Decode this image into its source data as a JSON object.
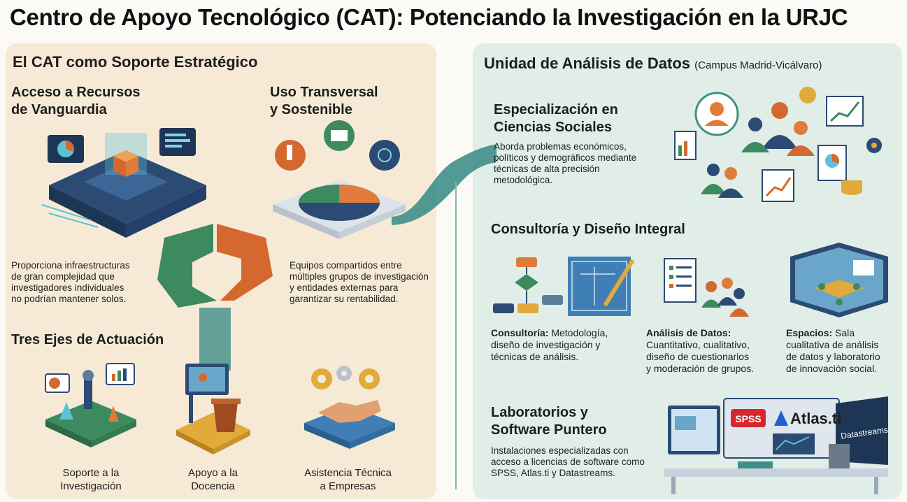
{
  "title": "Centro de Apoyo Tecnológico (CAT): Potenciando la Investigación en la URJC",
  "left": {
    "heading": "El CAT como Soporte Estratégico",
    "acceso": {
      "title_l1": "Acceso a Recursos",
      "title_l2": "de Vanguardia",
      "text_l1": "Proporciona infraestructuras",
      "text_l2": "de gran complejidad que",
      "text_l3": "investigadores individuales",
      "text_l4": "no podrían mantener solos."
    },
    "uso": {
      "title_l1": "Uso Transversal",
      "title_l2": "y Sostenible",
      "text_l1": "Equipos compartidos entre",
      "text_l2": "múltiples grupos de investigación",
      "text_l3": "y entidades externas para",
      "text_l4": "garantizar su rentabilidad."
    },
    "ejes": {
      "heading": "Tres Ejes de Actuación",
      "items": [
        {
          "l1": "Soporte a la",
          "l2": "Investigación"
        },
        {
          "l1": "Apoyo a la",
          "l2": "Docencia"
        },
        {
          "l1": "Asistencia Técnica",
          "l2": "a Empresas"
        }
      ]
    }
  },
  "right": {
    "heading": "Unidad de Análisis de Datos",
    "heading_sub": "(Campus Madrid-Vicálvaro)",
    "especializacion": {
      "title_l1": "Especialización en",
      "title_l2": "Ciencias Sociales",
      "text_l1": "Aborda problemas económicos,",
      "text_l2": "políticos y demográficos mediante",
      "text_l3": "técnicas de alta precisión",
      "text_l4": "metodológica."
    },
    "consultoria": {
      "heading": "Consultoría y Diseño Integral",
      "items": [
        {
          "key": "Consultoría:",
          "l1": " Metodología,",
          "l2": "diseño de investigación y",
          "l3": "técnicas de análisis."
        },
        {
          "key": "Análisis de Datos:",
          "l1": "",
          "l2": "Cuantitativo, cualitativo,",
          "l3": "diseño de cuestionarios",
          "l4": "y moderación de grupos."
        },
        {
          "key": "Espacios:",
          "l1": " Sala",
          "l2": "cualitativa de análisis",
          "l3": "de datos y laboratorio",
          "l4": "de innovación social."
        }
      ]
    },
    "laboratorios": {
      "title_l1": "Laboratorios y",
      "title_l2": "Software Puntero",
      "text_l1": "Instalaciones especializadas con",
      "text_l2": "acceso a licencias de software como",
      "text_l3": "SPSS, Atlas.ti y Datastreams.",
      "logos": {
        "spss": "SPSS",
        "atlas": "Atlas.ti",
        "datastreams": "Datastreams"
      }
    }
  },
  "colors": {
    "green": "#3c8a5e",
    "teal": "#3f8f88",
    "orange": "#d4682e",
    "navy": "#2b4a74",
    "gold": "#e2a93b"
  }
}
